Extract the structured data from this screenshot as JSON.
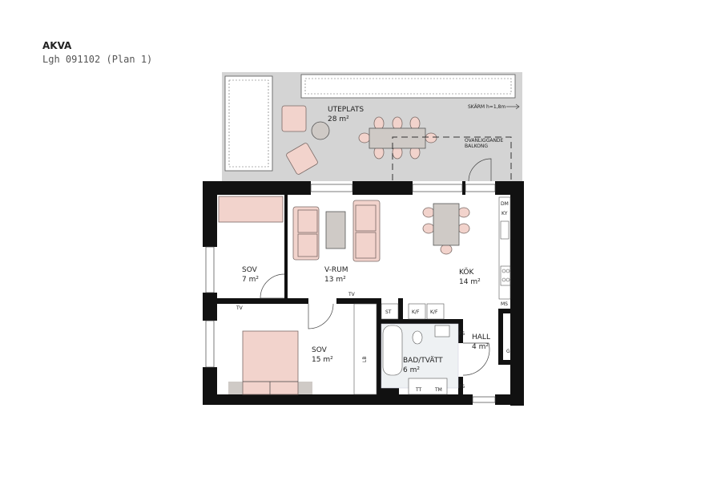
{
  "header": {
    "title": "AKVA",
    "subtitle": "Lgh 091102 (Plan 1)"
  },
  "rooms": {
    "uteplats": {
      "name": "UTEPLATS",
      "area": "28 m²"
    },
    "sov_small": {
      "name": "SOV",
      "area": "7 m²"
    },
    "vrum": {
      "name": "V-RUM",
      "area": "13 m²"
    },
    "kok": {
      "name": "KÖK",
      "area": "14 m²"
    },
    "sov_large": {
      "name": "SOV",
      "area": "15 m²"
    },
    "bad": {
      "name": "BAD/TVÄTT",
      "area": "6 m²"
    },
    "hall": {
      "name": "HALL",
      "area": "4 m²"
    }
  },
  "annotations": {
    "skarm": "SKÄRM h=1,8m",
    "balkong_1": "OVANLIGGANDE",
    "balkong_2": "BALKONG",
    "tv1": "TV",
    "tv2": "TV",
    "st": "ST",
    "kf1": "K/F",
    "kf2": "K/F",
    "lb": "LB",
    "fs1": "FS",
    "fs2": "FS",
    "tt": "TT",
    "tm": "TM",
    "dm": "DM",
    "ky": "KY",
    "ms": "MS",
    "g": "G"
  },
  "colors": {
    "terrace": "#d4d4d4",
    "furniture": "#f2d3cc",
    "wall": "#111111"
  }
}
